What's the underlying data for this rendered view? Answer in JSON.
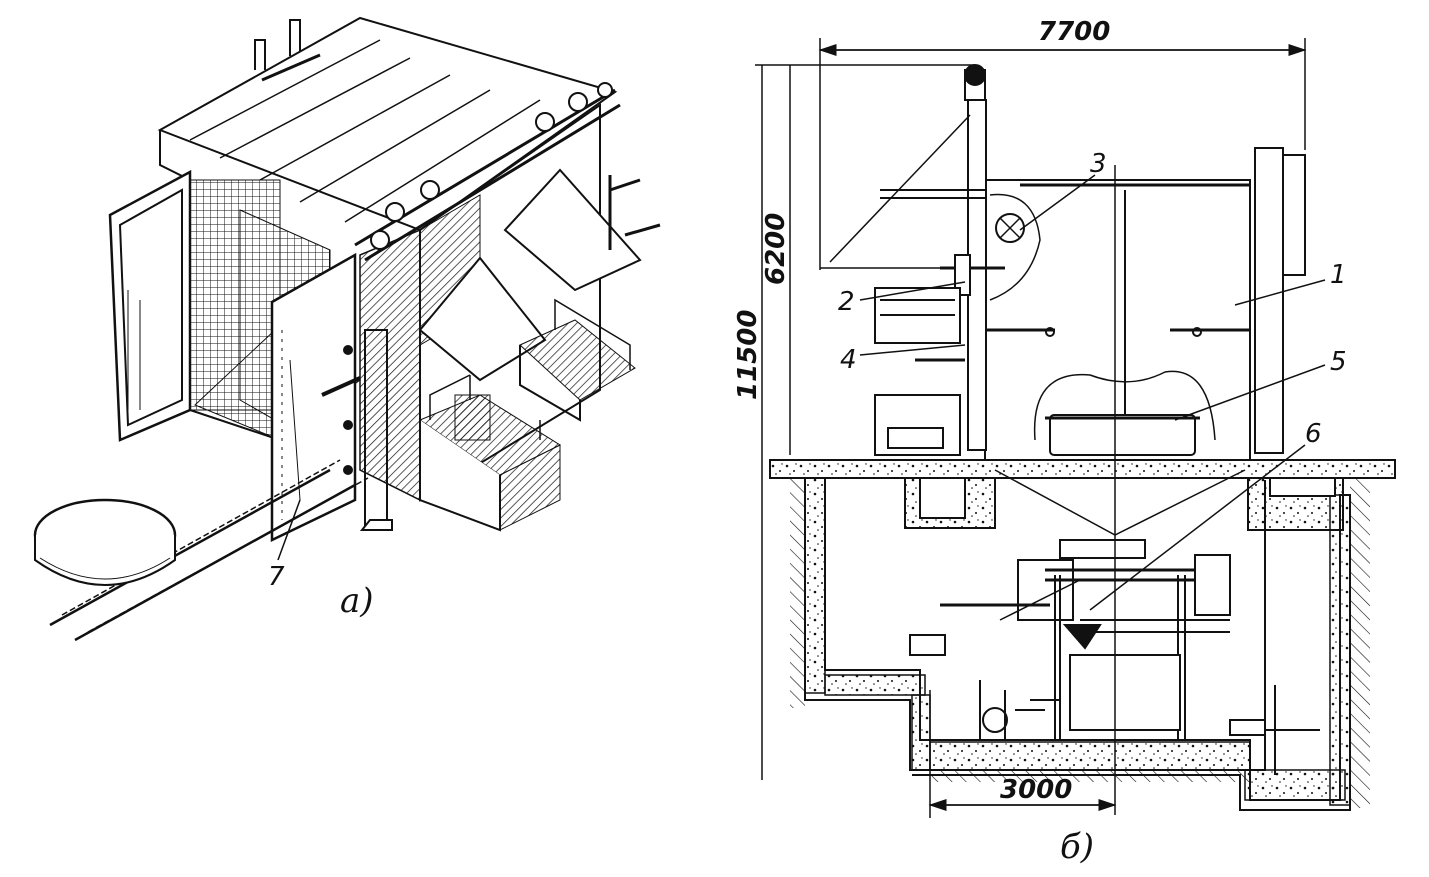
{
  "view_a": {
    "caption": "а)",
    "callouts": [
      "7"
    ]
  },
  "view_b": {
    "caption": "б)",
    "dimensions": {
      "width_top": "7700",
      "height_upper": "6200",
      "height_total": "11500",
      "width_bottom": "3000"
    },
    "callouts": [
      "1",
      "2",
      "3",
      "4",
      "5",
      "6"
    ]
  }
}
